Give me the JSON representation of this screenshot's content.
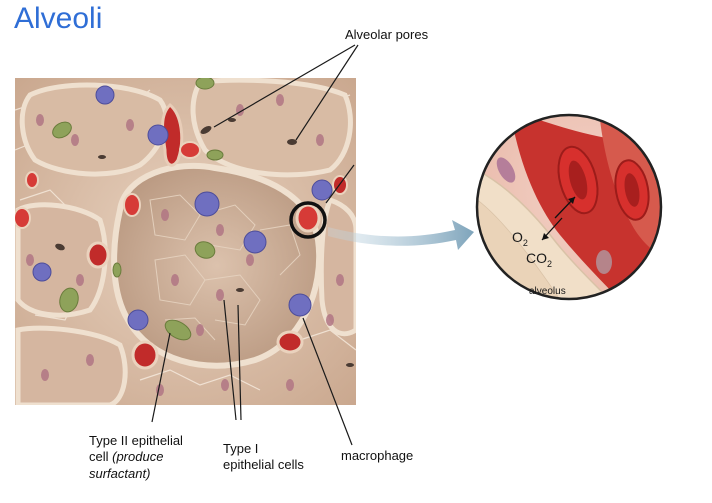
{
  "title": "Alveoli",
  "labels": {
    "alveolar_pores": "Alveolar pores",
    "type2_line1": "Type II epithelial",
    "type2_line2_prefix": "cell ",
    "type2_line2_italic": "(produce",
    "type2_line3_italic": "surfactant)",
    "type1_line1": "Type I",
    "type1_line2": "epithelial cells",
    "macrophage": "macrophage"
  },
  "inset": {
    "o2": "O",
    "o2_sub": "2",
    "co2": "CO",
    "co2_sub": "2",
    "alveolus": "alveolus"
  },
  "colors": {
    "title": "#2f6ed6",
    "tissue": "#d9bba5",
    "cell_wall": "#f0e0d0",
    "nucleus": "#b0707a",
    "capillary": "#c4282a",
    "rbc": "#e04a45",
    "macrophage": "#6f6fc0",
    "type2_cell": "#8aa05a",
    "arrow": "#8aaec0"
  }
}
